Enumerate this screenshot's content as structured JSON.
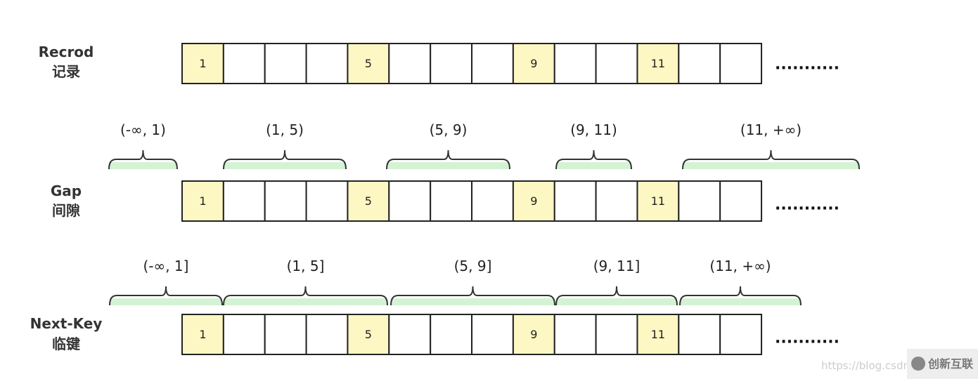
{
  "rows": [
    {
      "label_en": "Recrod",
      "label_zh": "记录"
    },
    {
      "label_en": "Gap",
      "label_zh": "间隙"
    },
    {
      "label_en": "Next-Key",
      "label_zh": "临键"
    }
  ],
  "cells": [
    "1",
    "",
    "",
    "",
    "5",
    "",
    "",
    "",
    "9",
    "",
    "",
    "11",
    "",
    ""
  ],
  "ellipsis": "...........",
  "gap_intervals": [
    "(-∞, 1)",
    "(1, 5)",
    "(5, 9)",
    "(9, 11)",
    "(11, +∞)"
  ],
  "nextkey_intervals": [
    "(-∞, 1]",
    "(1, 5]",
    "(5, 9]",
    "(9, 11]",
    "(11, +∞)"
  ],
  "colors": {
    "highlight": "#fdf7c3",
    "brace_fill": "#d4f3d4",
    "brace_stroke": "#333"
  },
  "watermark": {
    "url": "https://blog.csdn.",
    "brand": "创新互联"
  }
}
